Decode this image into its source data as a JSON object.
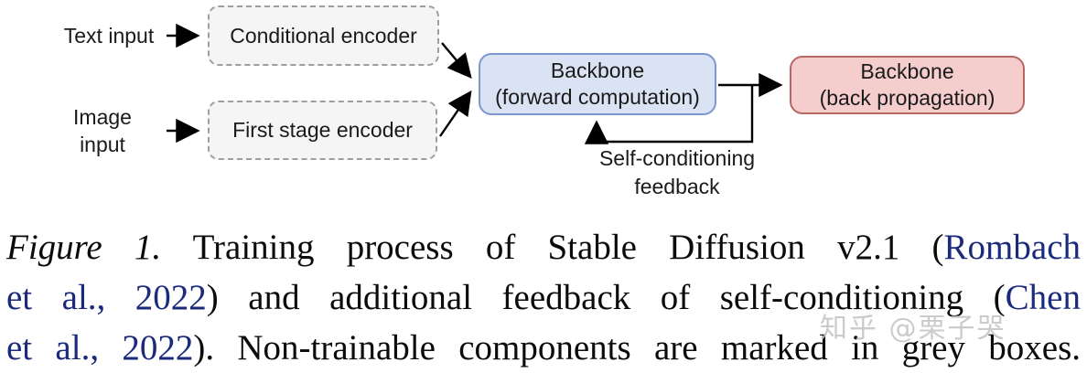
{
  "diagram": {
    "inputs": {
      "text_input_label": "Text input",
      "image_input_line1": "Image",
      "image_input_line2": "input"
    },
    "boxes": {
      "conditional_encoder": "Conditional encoder",
      "first_stage_encoder": "First stage encoder",
      "backbone_forward_line1": "Backbone",
      "backbone_forward_line2": "(forward computation)",
      "backbone_back_line1": "Backbone",
      "backbone_back_line2": "(back propagation)"
    },
    "feedback_label_line1": "Self-conditioning",
    "feedback_label_line2": "feedback"
  },
  "caption": {
    "lines": [
      {
        "segments": [
          {
            "text": "Figure 1.",
            "style": "italic"
          },
          {
            "text": " Training process of Stable Diffusion v2.1 (",
            "style": "normal"
          },
          {
            "text": "Rombach",
            "style": "link"
          }
        ]
      },
      {
        "segments": [
          {
            "text": "et al., 2022",
            "style": "link"
          },
          {
            "text": ") and additional feedback of self-conditioning (",
            "style": "normal"
          },
          {
            "text": "Chen",
            "style": "link"
          }
        ]
      },
      {
        "segments": [
          {
            "text": "et al., 2022",
            "style": "link"
          },
          {
            "text": "). Non-trainable components are marked in grey boxes.",
            "style": "normal"
          }
        ]
      }
    ]
  },
  "watermark": "知乎 @栗子哭",
  "colors": {
    "blue_fill": "#dae3f3",
    "blue_border": "#7c97cf",
    "red_fill": "#f5cdcd",
    "red_border": "#b86764",
    "grey_fill": "#f5f5f5",
    "grey_border": "#9e9e9e",
    "link": "#1b2a7a",
    "watermark": "#c3c3c3",
    "arrow": "#000000"
  }
}
